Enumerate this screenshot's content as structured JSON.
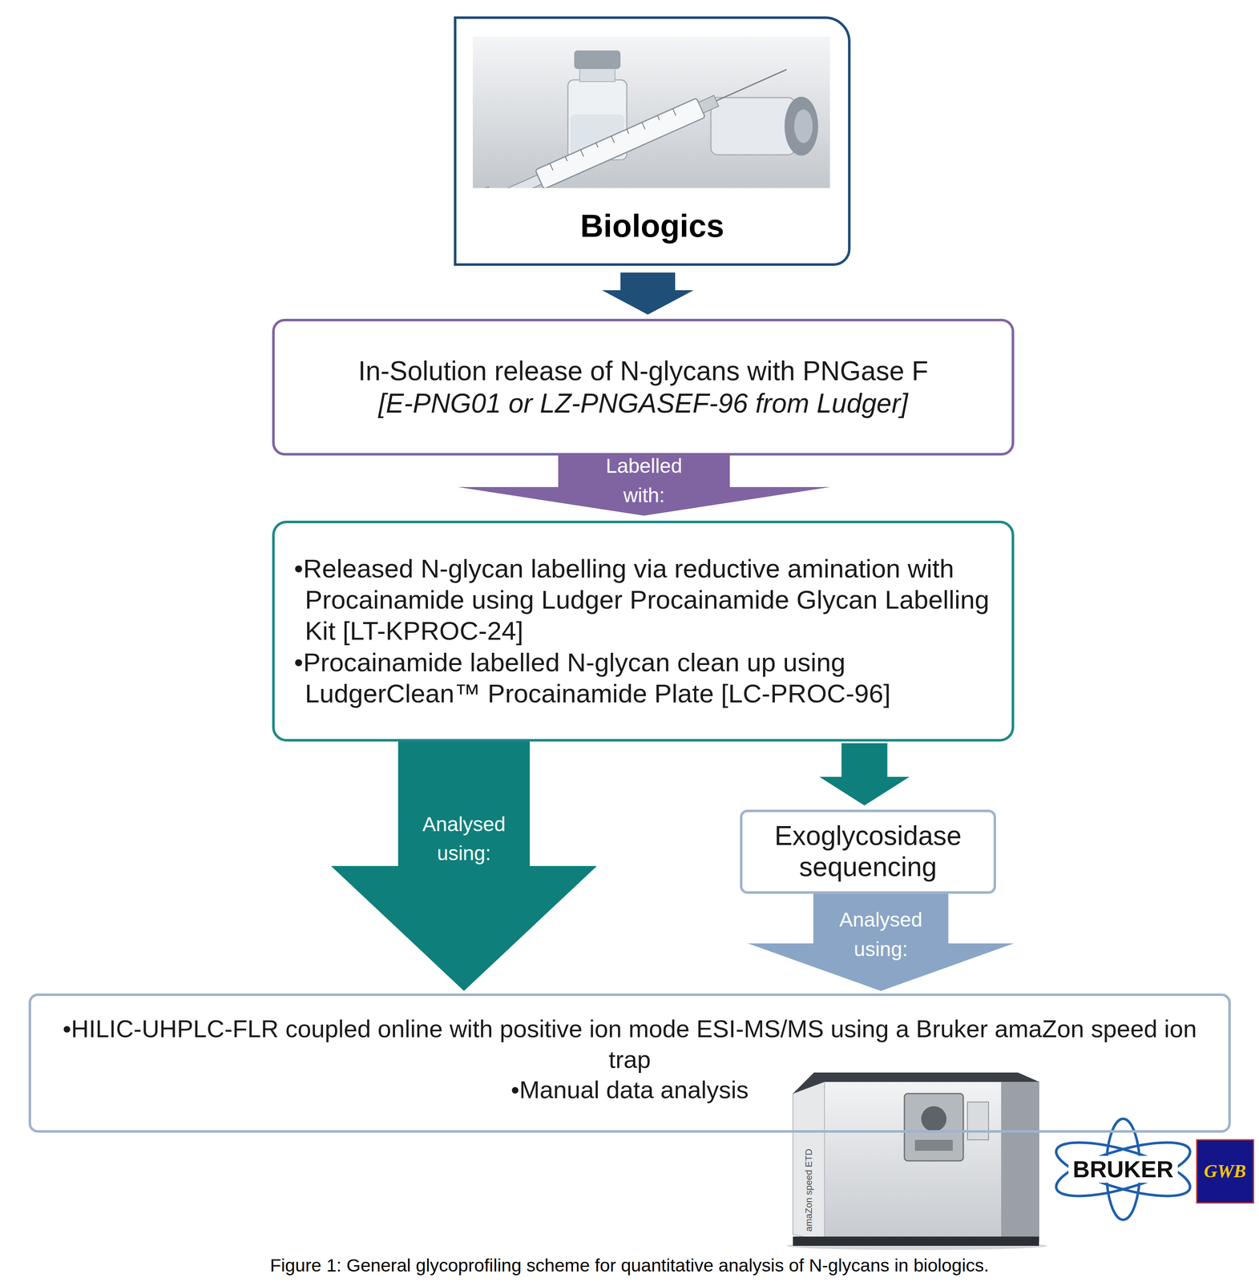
{
  "diagram": {
    "caption": "Figure 1: General glycoprofiling scheme for quantitative analysis of N-glycans in biologics.",
    "nodes": [
      {
        "text": [
          "Biologics"
        ]
      },
      {
        "text": [
          "In-Solution release of N-glycans with PNGase F",
          "[E-PNG01 or LZ-PNGASEF-96 from Ludger]"
        ]
      },
      {
        "text": [
          "•Released N-glycan labelling via reductive amination with Procainamide using Ludger Procainamide Glycan Labelling Kit [LT-KPROC-24]",
          "•Procainamide labelled N-glycan clean up using LudgerClean™ Procainamide Plate [LC-PROC-96]"
        ]
      },
      {
        "text": [
          "Exoglycosidase sequencing"
        ]
      },
      {
        "text": [
          "•HILIC-UHPLC-FLR coupled online with positive ion mode ESI-MS/MS using a Bruker amaZon speed ion trap",
          "•Manual data analysis"
        ]
      }
    ],
    "edges": [
      {
        "from": 0,
        "to": 1,
        "arrow": "to"
      },
      {
        "from": 1,
        "to": 2,
        "label": "Labelled with:",
        "arrow": "to"
      },
      {
        "from": 2,
        "to": 4,
        "label": "Analysed using:",
        "arrow": "to"
      },
      {
        "from": 2,
        "to": 3,
        "arrow": "to"
      },
      {
        "from": 3,
        "to": 4,
        "label": "Analysed using:",
        "arrow": "to"
      }
    ],
    "labels": [
      "amaZon speed ETD",
      "BRUKER",
      "GWB"
    ]
  }
}
